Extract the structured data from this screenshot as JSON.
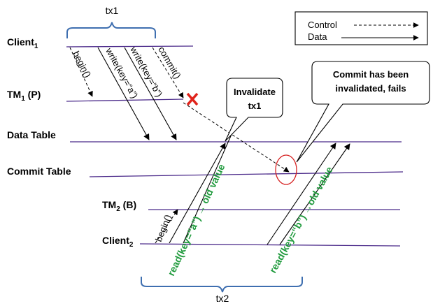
{
  "legend": {
    "control_label": "Control",
    "data_label": "Data"
  },
  "braces": {
    "top_label": "tx1",
    "bottom_label": "tx2"
  },
  "lanes": {
    "client1": {
      "name": "Client",
      "sub": "1"
    },
    "tm1": {
      "name": "TM",
      "sub": "1",
      "suffix": " (P)"
    },
    "data_table": {
      "name": "Data Table"
    },
    "commit_table": {
      "name": "Commit Table"
    },
    "tm2": {
      "name": "TM",
      "sub": "2",
      "suffix": " (B)"
    },
    "client2": {
      "name": "Client",
      "sub": "2"
    }
  },
  "messages": {
    "begin1": "begin()",
    "write_a": "write(key=“a”)",
    "write_b": "write(key=“b”)",
    "commit": "commit()",
    "begin2": "begin()",
    "read_a": "read(key=“a”) → old value",
    "read_b": "read(key=“b”) →old value"
  },
  "callouts": {
    "invalidate_line1": "Invalidate",
    "invalidate_line2": "tx1",
    "failed_line1": "Commit has been",
    "failed_line2": "invalidated, fails"
  },
  "colors": {
    "lane": "#4b2a8a",
    "green_text": "#1f9a3c",
    "brace": "#3f6fb0",
    "fail_mark": "#e0231b",
    "highlight_circle": "#d62020"
  }
}
